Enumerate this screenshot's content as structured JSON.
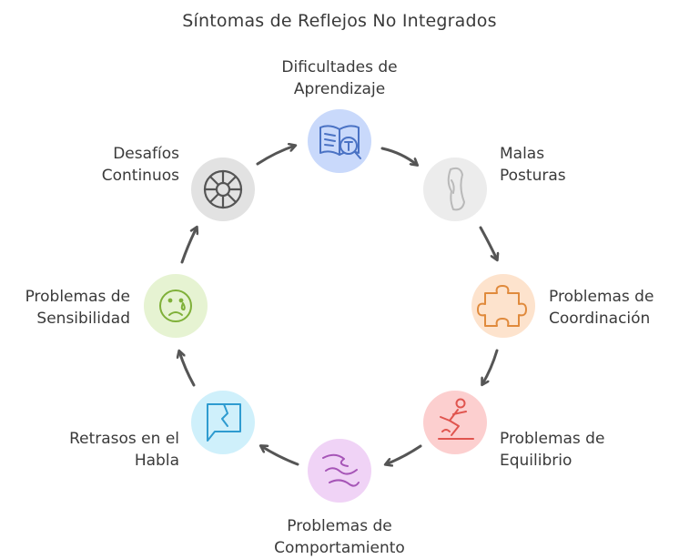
{
  "title": "Síntomas de Reflejos No Integrados",
  "nodes": [
    {
      "id": "aprendizaje",
      "lines": [
        "Dificultades de",
        "Aprendizaje"
      ],
      "icon": "book-magnifier-icon",
      "color": "#c9d9fb",
      "stroke": "#4a72c4"
    },
    {
      "id": "posturas",
      "lines": [
        "Malas",
        "Posturas"
      ],
      "icon": "spine-icon",
      "color": "#ececec",
      "stroke": "#b9b9b9"
    },
    {
      "id": "coordinacion",
      "lines": [
        "Problemas de",
        "Coordinación"
      ],
      "icon": "puzzle-piece-icon",
      "color": "#fde3cd",
      "stroke": "#e08a3c"
    },
    {
      "id": "equilibrio",
      "lines": [
        "Problemas de",
        "Equilibrio"
      ],
      "icon": "falling-person-icon",
      "color": "#fccfcf",
      "stroke": "#e0554f"
    },
    {
      "id": "comportamiento",
      "lines": [
        "Problemas de",
        "Comportamiento"
      ],
      "icon": "scribble-icon",
      "color": "#f0d3f6",
      "stroke": "#a655b7"
    },
    {
      "id": "habla",
      "lines": [
        "Retrasos en el",
        "Habla"
      ],
      "icon": "broken-speech-bubble-icon",
      "color": "#cff0fb",
      "stroke": "#2e9bd0"
    },
    {
      "id": "sensibilidad",
      "lines": [
        "Problemas de",
        "Sensibilidad"
      ],
      "icon": "sad-face-icon",
      "color": "#e6f3d2",
      "stroke": "#7fb039"
    },
    {
      "id": "desafios",
      "lines": [
        "Desafíos",
        "Continuos"
      ],
      "icon": "cycle-wheel-icon",
      "color": "#e2e2e2",
      "stroke": "#555555"
    }
  ],
  "arrow_color": "#555555"
}
